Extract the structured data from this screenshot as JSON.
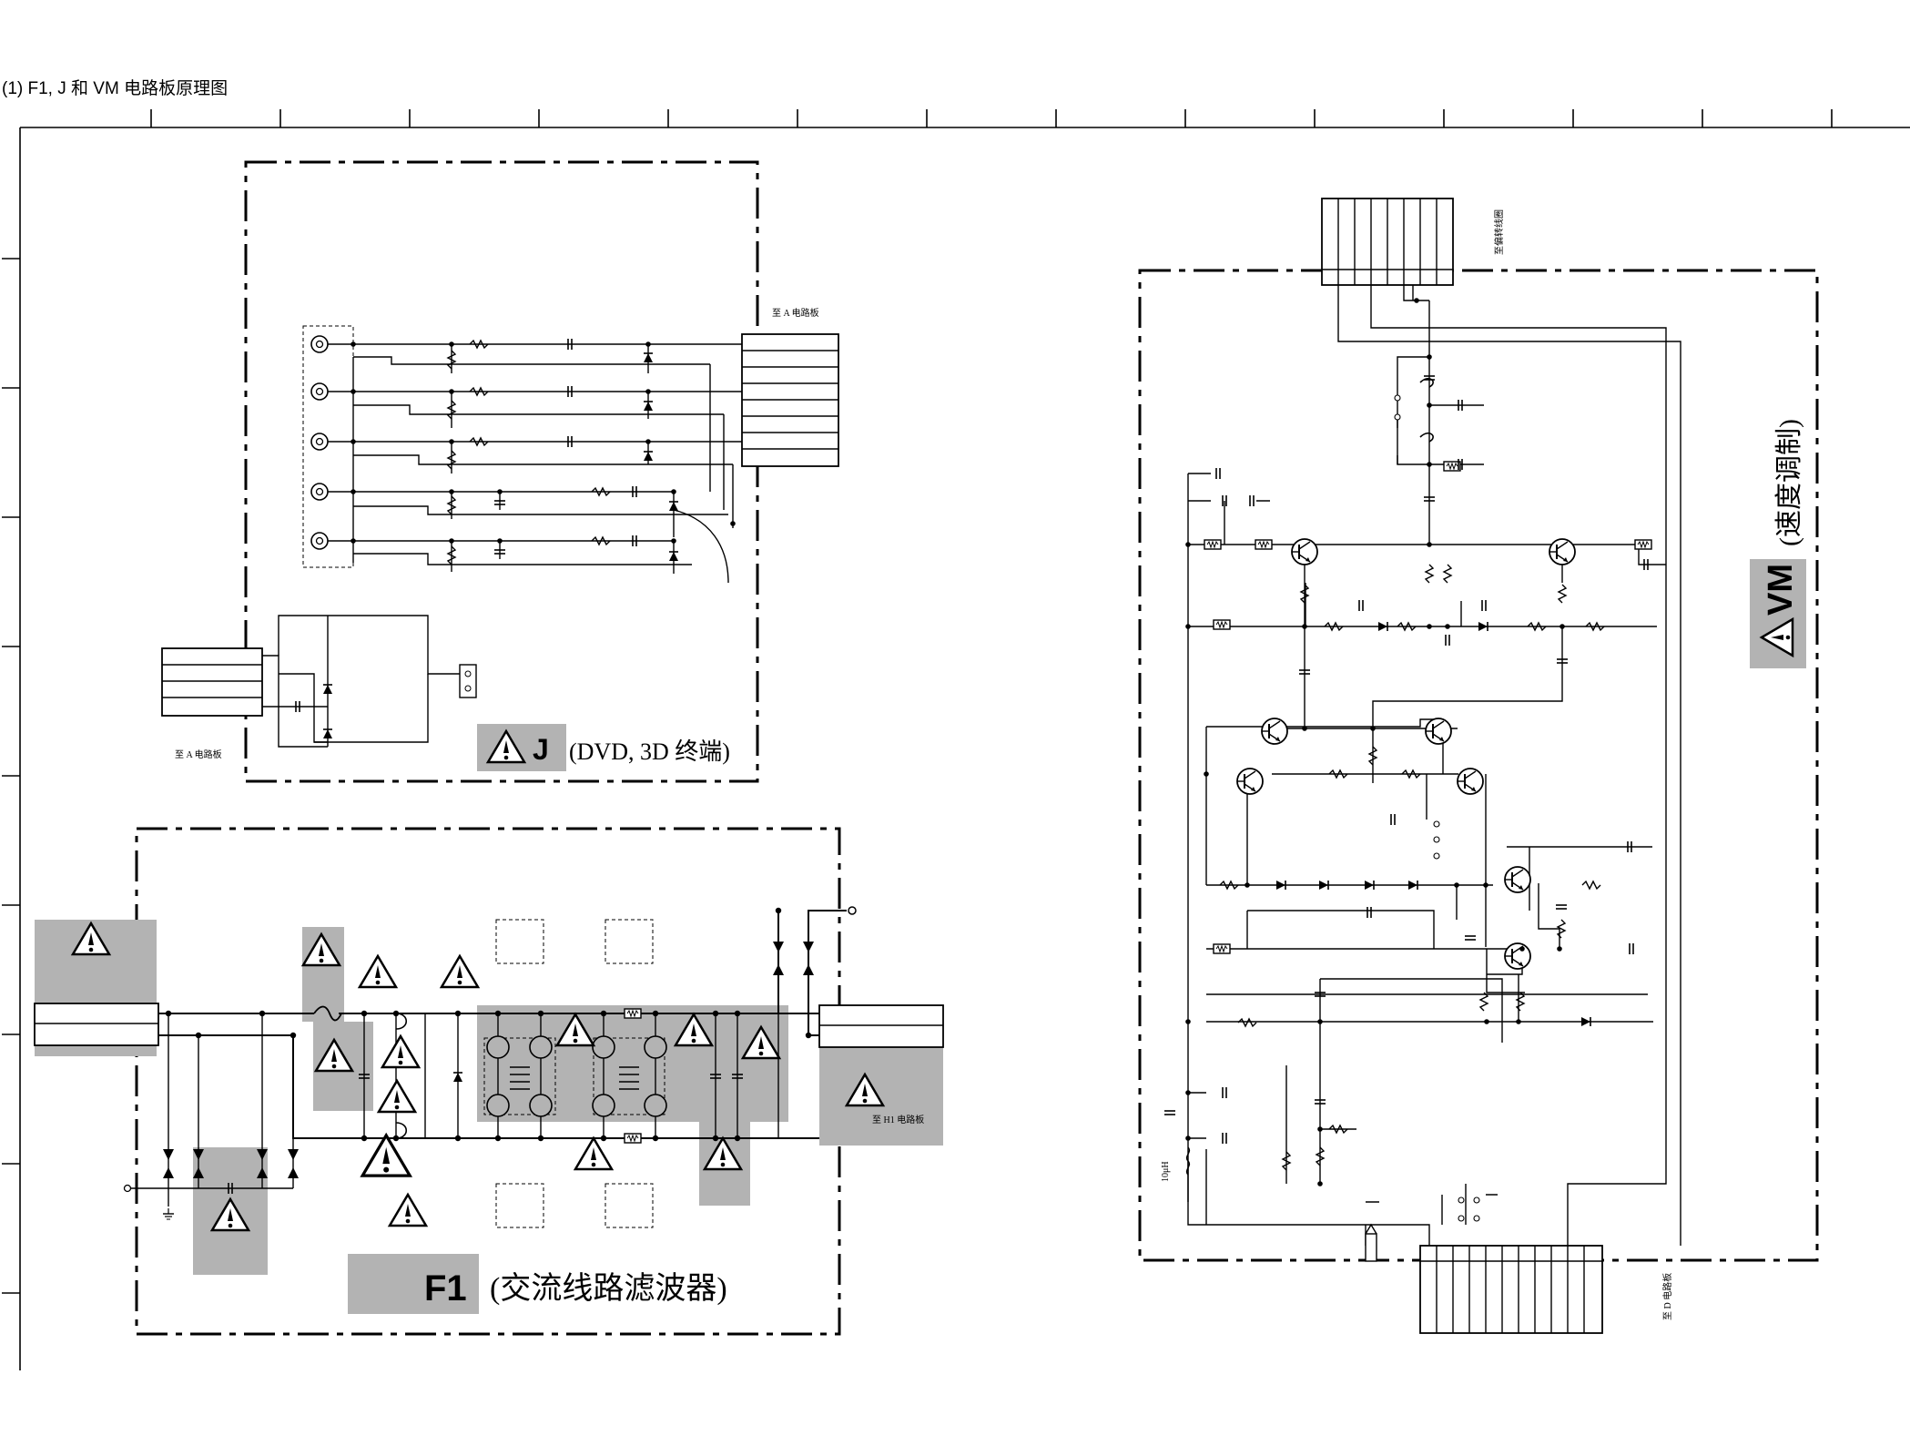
{
  "page": {
    "title": "(1) F1, J 和 VM 电路板原理图"
  },
  "boards": {
    "j": {
      "code": "J",
      "subtitle": "(DVD, 3D 终端)",
      "conn_top_label": "至 A 电路板",
      "conn_left_label": "至 A 电路板"
    },
    "f1": {
      "code": "F1",
      "subtitle": "(交流线路滤波器)",
      "conn_right_label": "至 H1 电路板"
    },
    "vm": {
      "code": "VM",
      "subtitle": "(速度调制)",
      "conn_top_label": "至偏转线圈",
      "conn_bottom_label": "至 D 电路板",
      "side_label": "10μH"
    }
  },
  "colors": {
    "shade": "#b3b3b3",
    "ink": "#000000"
  },
  "icons": {
    "warning": "warning-triangle-icon"
  }
}
